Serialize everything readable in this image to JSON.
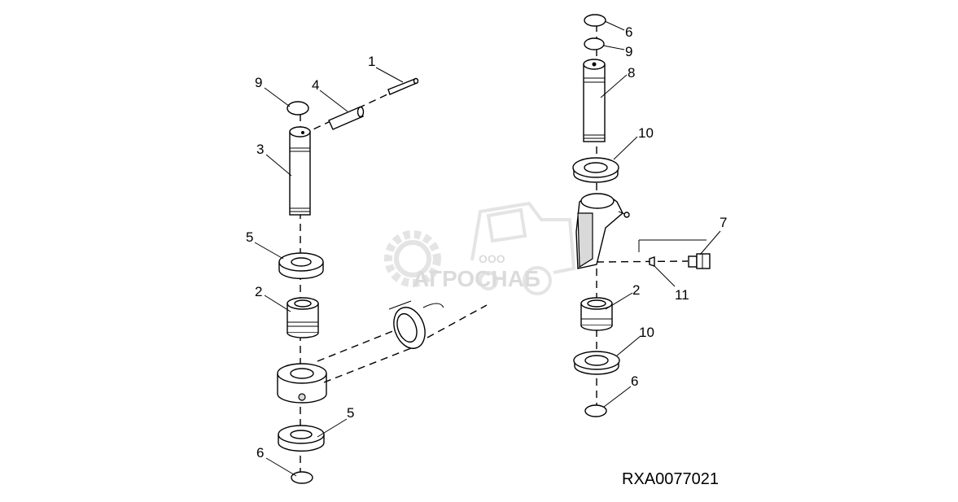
{
  "callouts": {
    "left_1": "1",
    "left_4": "4",
    "left_9": "9",
    "left_3": "3",
    "left_5_top": "5",
    "left_2": "2",
    "left_5_bottom": "5",
    "left_6": "6",
    "right_6_top": "6",
    "right_9": "9",
    "right_8": "8",
    "right_10_top": "10",
    "right_7": "7",
    "right_11": "11",
    "right_2": "2",
    "right_10_bottom": "10",
    "right_6_bottom": "6"
  },
  "figure_code": "RXA0077021",
  "watermark": {
    "small": "ООО",
    "brand": "АГРОСНАБ"
  },
  "colors": {
    "line": "#000000",
    "watermark": "#bfbfbf",
    "background": "#ffffff"
  }
}
